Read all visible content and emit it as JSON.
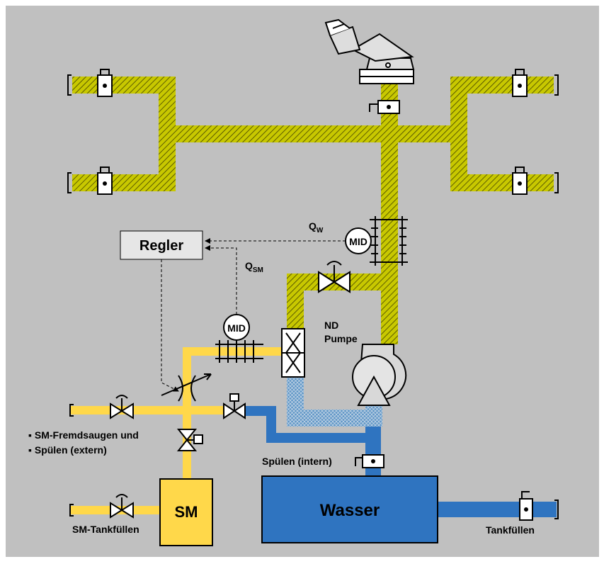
{
  "labels": {
    "regler": "Regler",
    "mid": "MID",
    "q": "Q",
    "q_w_sub": "W",
    "q_sm_sub": "SM",
    "nd_line1": "ND",
    "nd_line2": "Pumpe",
    "sm": "SM",
    "wasser": "Wasser",
    "sm_fremd_line1": "▪ SM-Fremdsaugen und",
    "sm_fremd_line2": "▪ Spülen (extern)",
    "spuelen_intern": "Spülen (intern)",
    "sm_tankfuellen": "SM-Tankfüllen",
    "tankfuellen": "Tankfüllen"
  },
  "colors": {
    "background": "#c0c0c0",
    "water_pipe_hatch": "#c8c800",
    "sm_pipe": "#ffd84a",
    "water_pipe": "#2f74c0",
    "sm_tank": "#ffd84a",
    "water_tank": "#2f74c0",
    "suction_mesh": "#5f96c6",
    "regler_box": "#e6e6e6"
  },
  "icons": {
    "monitor": "water-monitor-icon",
    "valve": "gate-valve-icon",
    "flowmeter": "flowmeter-icon",
    "pump": "centrifugal-pump-icon",
    "mixer": "inline-mixer-icon",
    "control_valve": "control-valve-icon",
    "coupling": "hose-coupling-icon"
  }
}
